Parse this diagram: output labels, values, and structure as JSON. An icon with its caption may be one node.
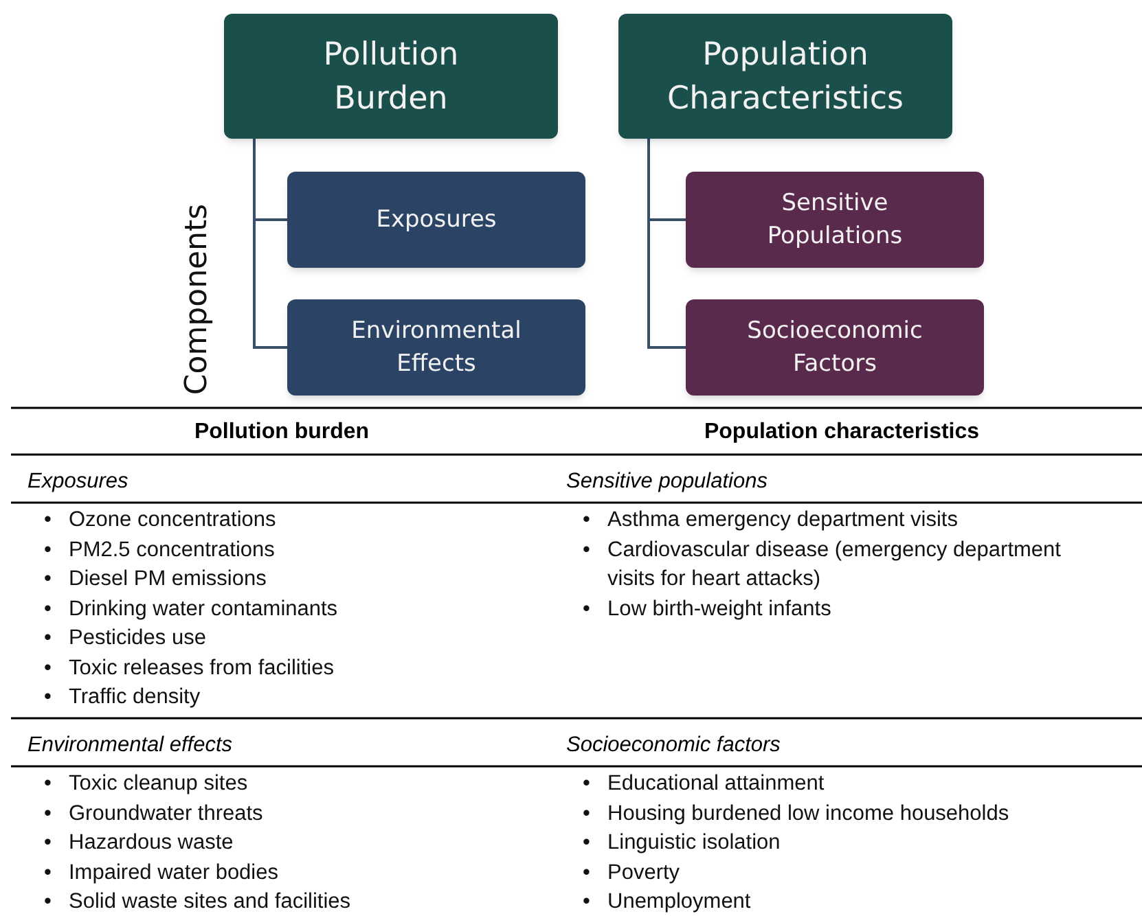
{
  "diagram": {
    "nodes": [
      {
        "text": [
          "Pollution Burden"
        ]
      },
      {
        "text": [
          "Exposures"
        ]
      },
      {
        "text": [
          "Environmental Effects"
        ]
      },
      {
        "text": [
          "Population Characteristics"
        ]
      },
      {
        "text": [
          "Sensitive Populations"
        ]
      },
      {
        "text": [
          "Socioeconomic Factors"
        ]
      }
    ],
    "edges": [
      {
        "from": 0,
        "to": 1,
        "arrow": "none"
      },
      {
        "from": 0,
        "to": 2,
        "arrow": "none"
      },
      {
        "from": 3,
        "to": 4,
        "arrow": "none"
      },
      {
        "from": 3,
        "to": 5,
        "arrow": "none"
      }
    ],
    "labels": [
      "Components",
      "Pollution burden",
      "Population characteristics",
      "Exposures",
      "Sensitive populations",
      "• Ozone concentrations",
      "• PM2.5 concentrations",
      "• Diesel PM emissions",
      "• Drinking water contaminants",
      "• Pesticides use",
      "• Toxic releases from facilities",
      "• Traffic density",
      "• Asthma emergency department visits",
      "• Cardiovascular disease (emergency department visits for heart attacks)",
      "• Low birth-weight infants",
      "Environmental effects",
      "Socioeconomic factors",
      "• Toxic cleanup sites",
      "• Groundwater threats",
      "• Hazardous waste",
      "• Impaired water bodies",
      "• Solid waste sites and facilities",
      "• Educational attainment",
      "• Housing burdened low income households",
      "• Linguistic isolation",
      "• Poverty",
      "• Unemployment"
    ]
  }
}
